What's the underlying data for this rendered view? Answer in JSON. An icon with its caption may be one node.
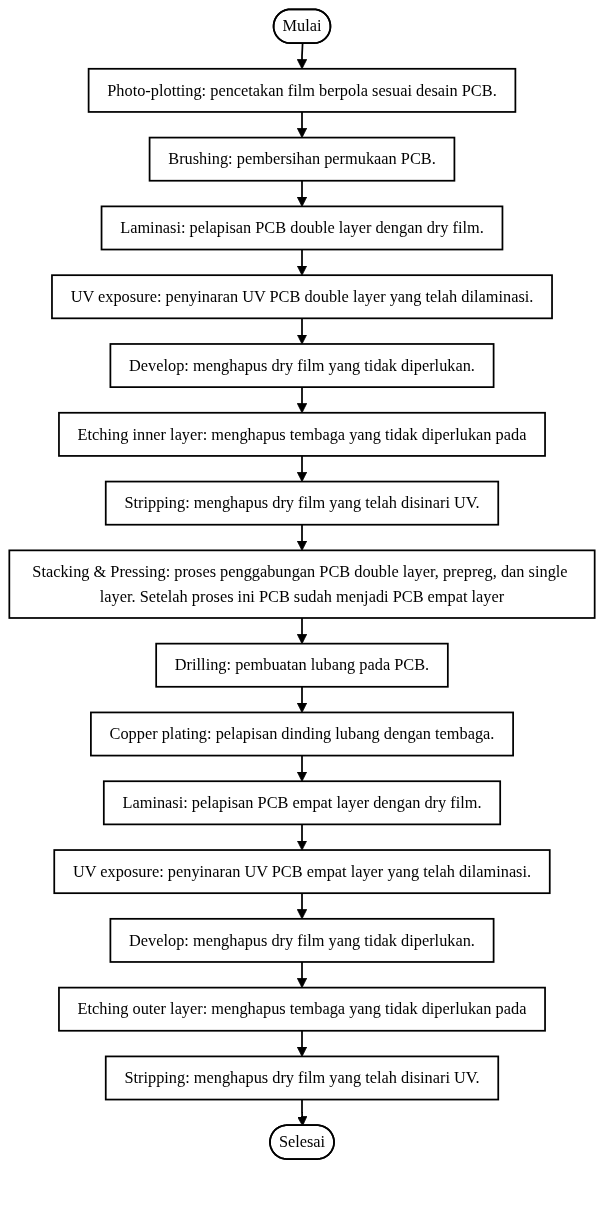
{
  "diagram": {
    "nodes": [
      {
        "text": [
          "Mulai"
        ]
      },
      {
        "text": [
          "Photo-plotting: pencetakan film berpola sesuai desain PCB."
        ]
      },
      {
        "text": [
          "Brushing: pembersihan permukaan PCB."
        ]
      },
      {
        "text": [
          "Laminasi: pelapisan PCB double layer dengan dry film."
        ]
      },
      {
        "text": [
          "UV exposure: penyinaran UV PCB double layer yang telah dilaminasi."
        ]
      },
      {
        "text": [
          "Develop: menghapus dry film yang tidak diperlukan."
        ]
      },
      {
        "text": [
          "Etching inner layer: menghapus tembaga yang tidak diperlukan pada"
        ]
      },
      {
        "text": [
          "Stripping: menghapus dry film yang telah disinari UV."
        ]
      },
      {
        "text": [
          "Stacking & Pressing: proses penggabungan PCB double layer, prepreg, dan single layer. Setelah proses ini PCB sudah menjadi PCB empat layer"
        ]
      },
      {
        "text": [
          "Drilling: pembuatan lubang pada PCB."
        ]
      },
      {
        "text": [
          "Copper plating: pelapisan dinding lubang dengan tembaga."
        ]
      },
      {
        "text": [
          "Laminasi: pelapisan PCB empat layer dengan dry film."
        ]
      },
      {
        "text": [
          "UV exposure: penyinaran UV PCB empat layer yang telah dilaminasi."
        ]
      },
      {
        "text": [
          "Develop: menghapus dry film yang tidak diperlukan."
        ]
      },
      {
        "text": [
          "Etching outer layer: menghapus tembaga yang tidak diperlukan pada"
        ]
      },
      {
        "text": [
          "Stripping: menghapus dry film yang telah disinari UV."
        ]
      },
      {
        "text": [
          "Selesai"
        ]
      }
    ],
    "edges": [
      {
        "from": 0,
        "to": 1,
        "arrow": "to"
      },
      {
        "from": 1,
        "to": 2,
        "arrow": "to"
      },
      {
        "from": 2,
        "to": 3,
        "arrow": "to"
      },
      {
        "from": 3,
        "to": 4,
        "arrow": "to"
      },
      {
        "from": 4,
        "to": 5,
        "arrow": "to"
      },
      {
        "from": 5,
        "to": 6,
        "arrow": "to"
      },
      {
        "from": 6,
        "to": 7,
        "arrow": "to"
      },
      {
        "from": 7,
        "to": 8,
        "arrow": "to"
      },
      {
        "from": 8,
        "to": 9,
        "arrow": "to"
      },
      {
        "from": 9,
        "to": 10,
        "arrow": "to"
      },
      {
        "from": 10,
        "to": 11,
        "arrow": "to"
      },
      {
        "from": 11,
        "to": 12,
        "arrow": "to"
      },
      {
        "from": 12,
        "to": 13,
        "arrow": "to"
      },
      {
        "from": 13,
        "to": 14,
        "arrow": "to"
      },
      {
        "from": 14,
        "to": 15,
        "arrow": "to"
      },
      {
        "from": 15,
        "to": 16,
        "arrow": "to"
      }
    ]
  }
}
